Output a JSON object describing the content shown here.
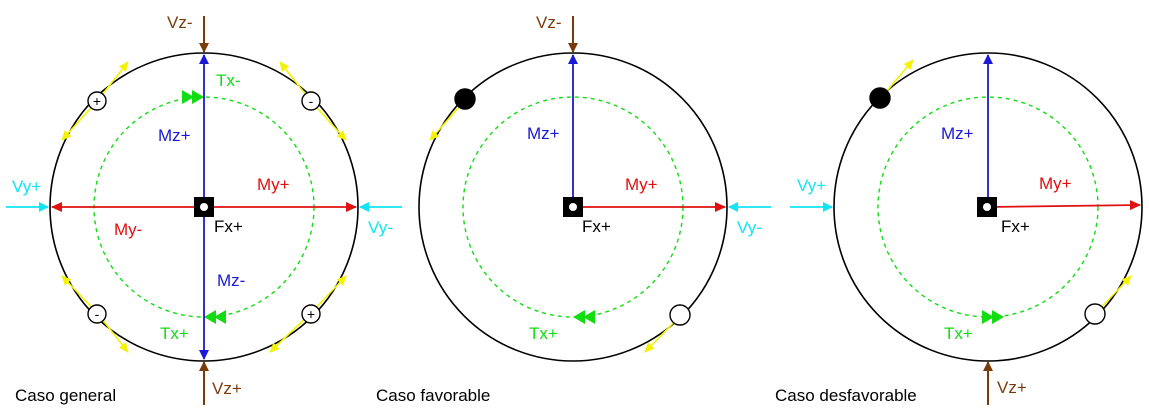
{
  "colors": {
    "shear_z": "#7a3b0c",
    "moment_z": "#1a1ad6",
    "moment_y": "#e01010",
    "torsion": "#11dd11",
    "shear_y": "#11e5f5",
    "bolt_arrow": "#f5f200",
    "outline": "#000000"
  },
  "panels": [
    {
      "caption": "Caso general",
      "labels": {
        "vz_top": "Vz-",
        "tx_top": "Tx-",
        "mz_top": "Mz+",
        "vy_left": "Vy+",
        "my_right": "My+",
        "my_left": "My-",
        "fx": "Fx+",
        "vy_right": "Vy-",
        "mz_bottom": "Mz-",
        "tx_bottom": "Tx+",
        "vz_bottom": "Vz+"
      },
      "bolts": [
        {
          "position": "upper-left",
          "sign": "+",
          "fill": "white"
        },
        {
          "position": "upper-right",
          "sign": "-",
          "fill": "white"
        },
        {
          "position": "lower-left",
          "sign": "-",
          "fill": "white"
        },
        {
          "position": "lower-right",
          "sign": "+",
          "fill": "white"
        }
      ]
    },
    {
      "caption": "Caso favorable",
      "labels": {
        "vz_top": "Vz-",
        "mz_top": "Mz+",
        "my_right": "My+",
        "fx": "Fx+",
        "vy_right": "Vy-",
        "tx_bottom": "Tx+"
      },
      "bolts": [
        {
          "position": "upper-left",
          "sign": "",
          "fill": "black"
        },
        {
          "position": "lower-right",
          "sign": "",
          "fill": "white"
        }
      ]
    },
    {
      "caption": "Caso desfavorable",
      "labels": {
        "mz_top": "Mz+",
        "vy_left": "Vy+",
        "my_right": "My+",
        "fx": "Fx+",
        "tx_bottom": "Tx+",
        "vz_bottom": "Vz+"
      },
      "bolts": [
        {
          "position": "upper-left",
          "sign": "",
          "fill": "black"
        },
        {
          "position": "lower-right",
          "sign": "",
          "fill": "white"
        }
      ]
    }
  ]
}
